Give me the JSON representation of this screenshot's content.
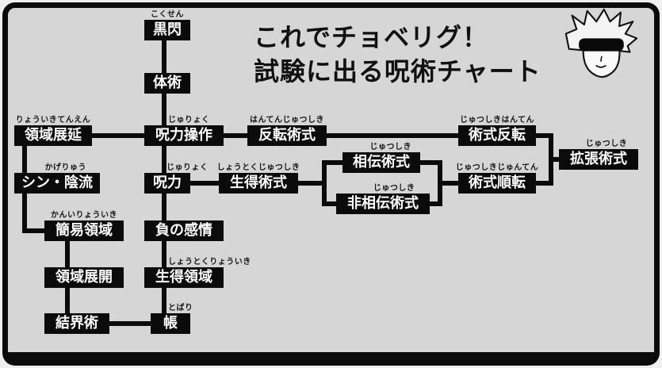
{
  "title": {
    "line1": "これでチョベリグ！",
    "line2": "試験に出る呪術チャート"
  },
  "icons": {
    "mascot": "gojo-blindfold-face-icon"
  },
  "colors": {
    "background": "#d6d6d6",
    "frame": "#0b0b0b",
    "node_box": "#0b0b0b",
    "node_text": "#ffffff",
    "connector": "#0b0b0b",
    "ruby_text": "#151515"
  },
  "nodes": {
    "kokusen": {
      "label": "黒閃",
      "ruby": "こくせん"
    },
    "taijutsu": {
      "label": "体術",
      "ruby": ""
    },
    "ryoiki_tenen": {
      "label": "領域展延",
      "ruby": "りょういきてんえん"
    },
    "juryoku_sosa": {
      "label": "呪力操作",
      "ruby": "じゅりょく"
    },
    "hanten_jutsushiki": {
      "label": "反転術式",
      "ruby": "はんてんじゅつしき"
    },
    "jutsushiki_hanten": {
      "label": "術式反転",
      "ruby": "じゅつしきはんてん"
    },
    "kakucho_jutsushiki": {
      "label": "拡張術式",
      "ruby": "じゅつしき"
    },
    "shin_kageryu": {
      "label": "シン・陰流",
      "ruby": "かげりゅう"
    },
    "juryoku": {
      "label": "呪力",
      "ruby": "じゅりょく"
    },
    "shotoku_jutsushiki": {
      "label": "生得術式",
      "ruby": "しょうとくじゅつしき"
    },
    "soden_jutsushiki": {
      "label": "相伝術式",
      "ruby": "じゅつしき"
    },
    "hisoden_jutsushiki": {
      "label": "非相伝術式",
      "ruby": "じゅつしき"
    },
    "jutsushiki_junten": {
      "label": "術式順転",
      "ruby": "じゅつしきじゅんてん"
    },
    "kani_ryoiki": {
      "label": "簡易領域",
      "ruby": "かんいりょういき"
    },
    "fu_no_kanjo": {
      "label": "負の感情",
      "ruby": ""
    },
    "ryoiki_tenkai": {
      "label": "領域展開",
      "ruby": ""
    },
    "shotoku_ryoiki": {
      "label": "生得領域",
      "ruby": "しょうとくりょういき"
    },
    "kekkaijutsu": {
      "label": "結界術",
      "ruby": ""
    },
    "tobari": {
      "label": "帳",
      "ruby": "とばり"
    }
  }
}
